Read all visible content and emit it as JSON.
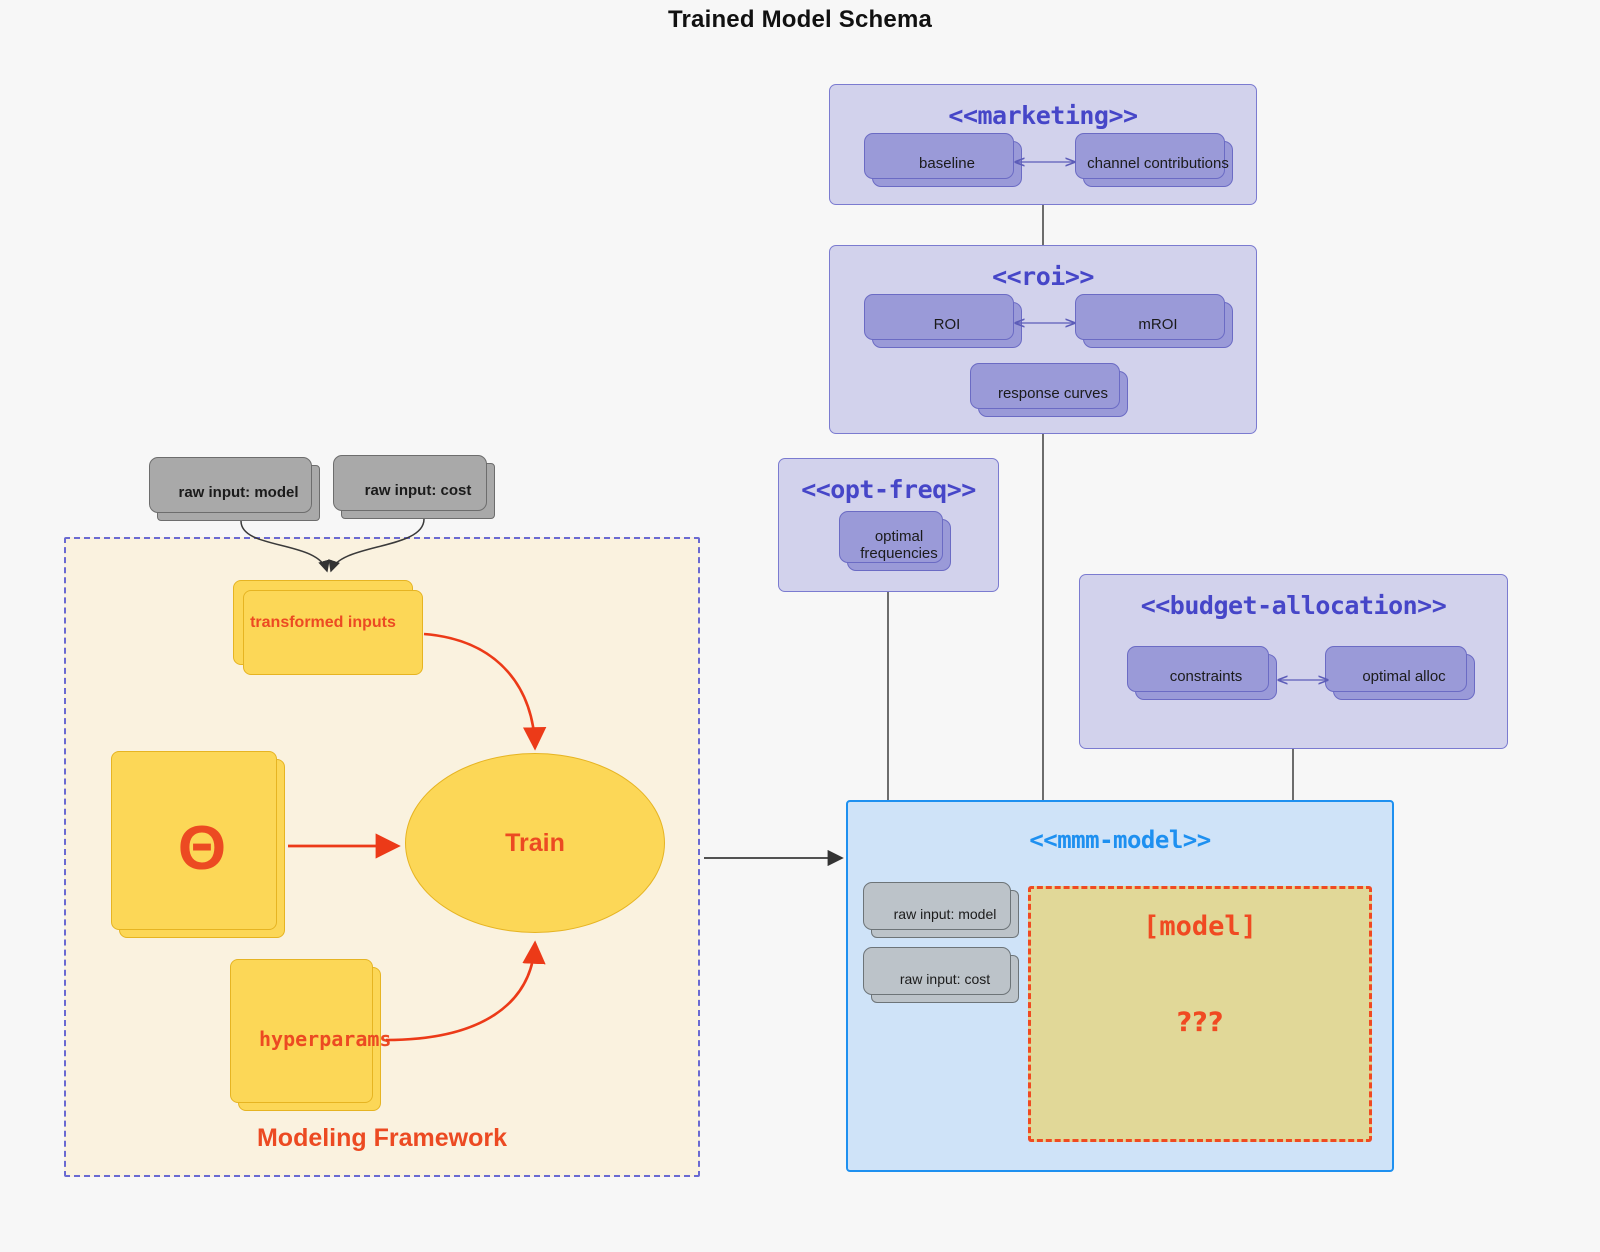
{
  "page": {
    "title": "Trained Model Schema"
  },
  "packages": {
    "marketing": {
      "title": "<<marketing>>",
      "nodes": [
        {
          "label": "baseline"
        },
        {
          "label": "channel contributions"
        }
      ]
    },
    "roi": {
      "title": "<<roi>>",
      "nodes": [
        {
          "label": "ROI"
        },
        {
          "label": "mROI"
        },
        {
          "label": "response curves"
        }
      ]
    },
    "opt_freq": {
      "title": "<<opt-freq>>",
      "nodes": [
        {
          "label": "optimal\nfrequencies"
        }
      ]
    },
    "budget_allocation": {
      "title": "<<budget-allocation>>",
      "nodes": [
        {
          "label": "constraints"
        },
        {
          "label": "optimal alloc"
        }
      ]
    },
    "mmm_model": {
      "title": "<<mmm-model>>",
      "inputs": [
        {
          "label": "raw input: model"
        },
        {
          "label": "raw input: cost"
        }
      ],
      "slot": {
        "name": "[model]",
        "placeholder": "???"
      }
    }
  },
  "framework": {
    "label": "Modeling Framework",
    "raw_inputs": [
      {
        "label": "raw input: model"
      },
      {
        "label": "raw input: cost"
      }
    ],
    "transformed_inputs": "transformed inputs",
    "theta": "Θ",
    "hyperparams": "hyperparams",
    "train": "Train"
  },
  "colors": {
    "canvas": "#f7f7f7",
    "package_fill": "#d2d2ec",
    "package_stroke": "#7b7bd0",
    "package_title": "#4646c8",
    "node_fill": "#9a9ad8",
    "node_stroke": "#6b6bc4",
    "grey_fill": "#a9a9a9",
    "grey_stroke": "#6d6d6d",
    "framework_fill": "#faf2df",
    "framework_stroke": "#6a6ad2",
    "yellow_fill": "#fcd757",
    "yellow_stroke": "#e6b422",
    "accent_red": "#ec4a22",
    "mmm_fill": "#cfe3f8",
    "mmm_stroke": "#1e90f0",
    "model_slot_fill": "#e1d898",
    "model_slot_stroke": "#f04a22",
    "edge_grey": "#4a4a4a"
  }
}
